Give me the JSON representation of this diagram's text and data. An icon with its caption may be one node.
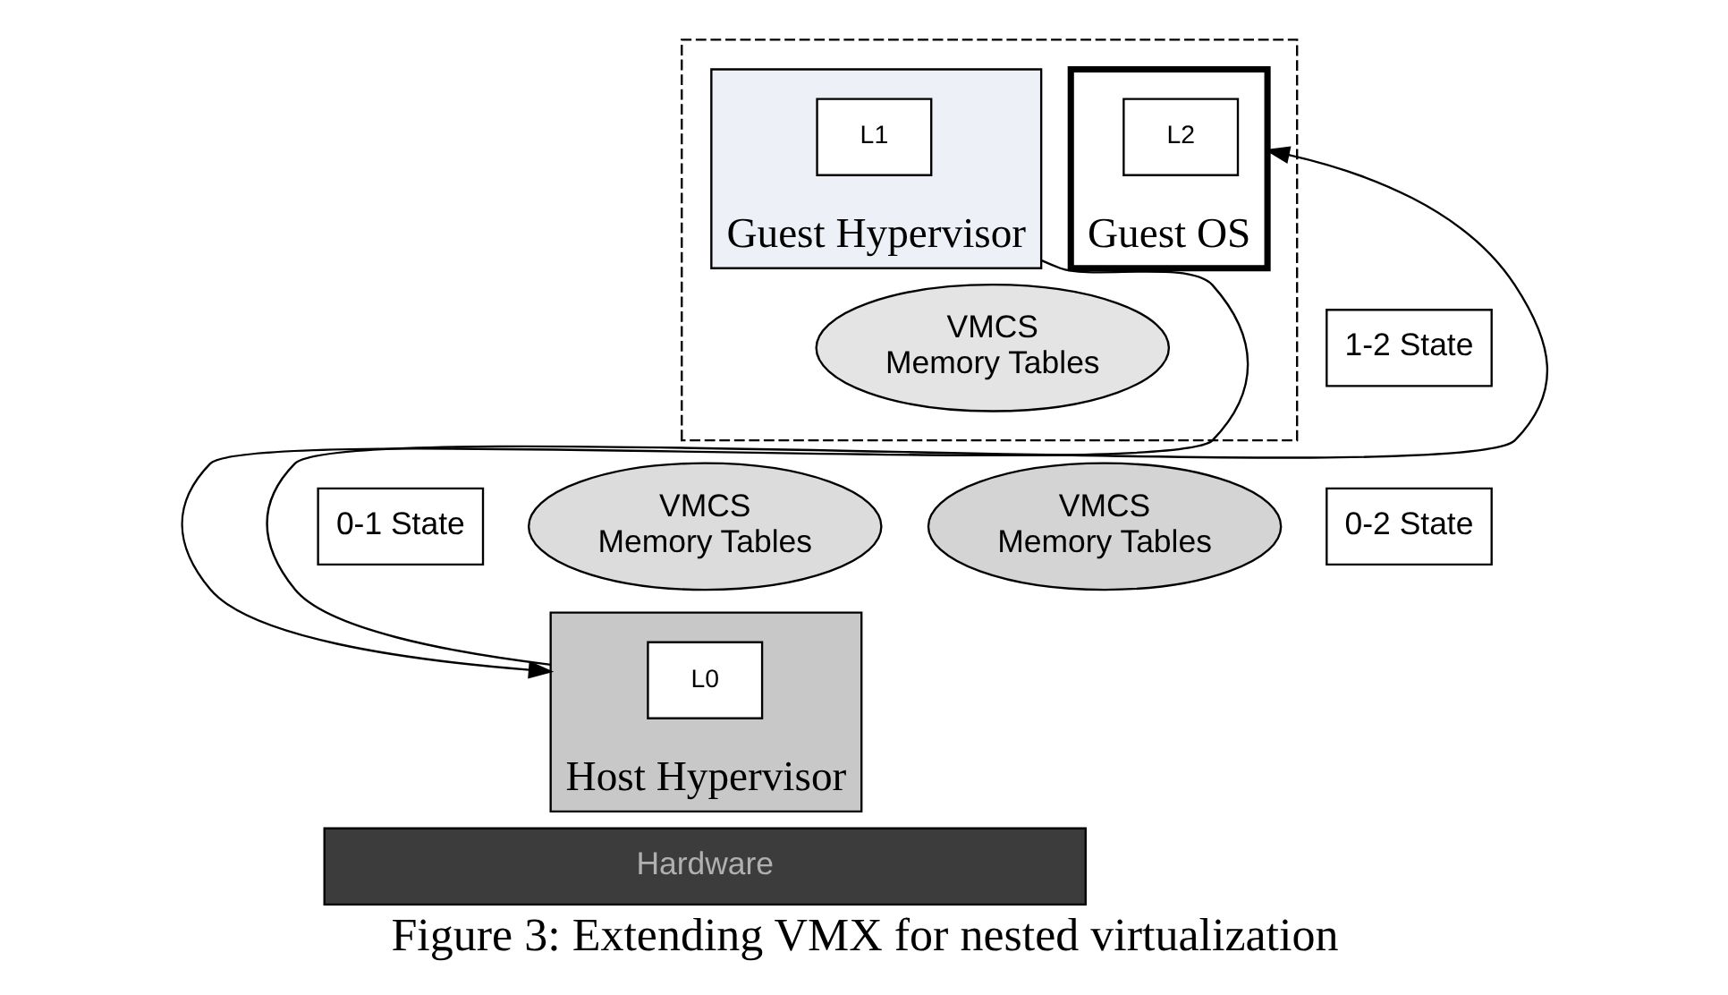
{
  "diagram": {
    "caption": "Figure 3: Extending VMX for nested virtualization",
    "nodes": [
      {
        "text": [],
        "shape": "box"
      },
      {
        "text": [
          "Guest Hypervisor"
        ],
        "in": 0
      },
      {
        "text": [
          "L1"
        ],
        "in": 1
      },
      {
        "text": [
          "Guest OS"
        ],
        "in": 0
      },
      {
        "text": [
          "L2"
        ],
        "in": 3
      },
      {
        "text": [
          "VMCS",
          "Memory Tables"
        ],
        "in": 0
      },
      {
        "text": [
          "1-2 State"
        ]
      },
      {
        "text": [
          "0-1 State"
        ]
      },
      {
        "text": [
          "VMCS",
          "Memory Tables"
        ]
      },
      {
        "text": [
          "VMCS",
          "Memory Tables"
        ]
      },
      {
        "text": [
          "0-2 State"
        ]
      },
      {
        "text": [
          "Host Hypervisor"
        ]
      },
      {
        "text": [
          "L0"
        ],
        "in": 11
      },
      {
        "text": [
          "Hardware"
        ]
      }
    ],
    "edges": [
      {
        "from": 1,
        "to": 11,
        "arrow": "to"
      },
      {
        "from": 11,
        "to": 3,
        "arrow": "to"
      }
    ]
  }
}
